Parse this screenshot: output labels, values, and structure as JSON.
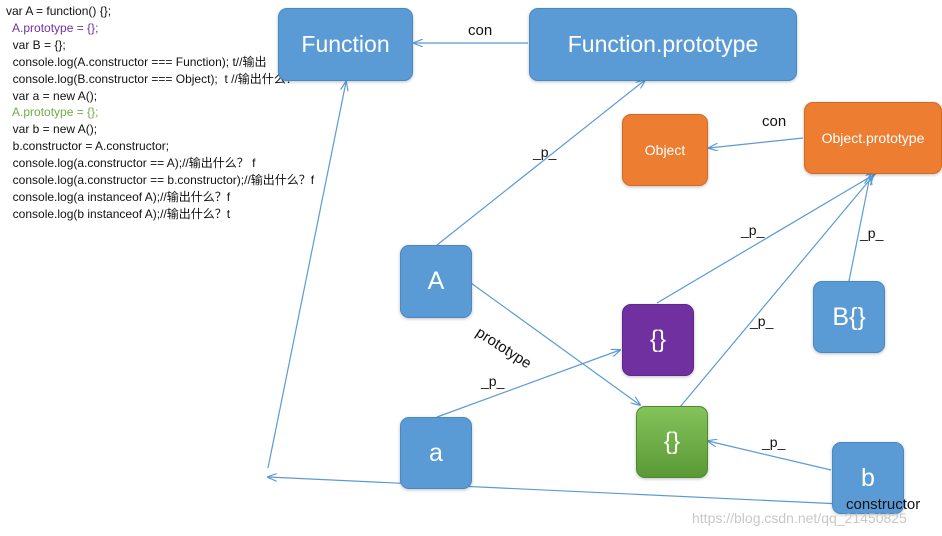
{
  "code_lines": [
    {
      "text": "var A = function() {};",
      "color": "#111111"
    },
    {
      "text": "  A.prototype = {};",
      "color": "#7030a0"
    },
    {
      "text": "  var B = {};",
      "color": "#111111"
    },
    {
      "text": "  console.log(A.constructor === Function); t//输出",
      "color": "#111111"
    },
    {
      "text": "  console.log(B.constructor === Object);  t //输出什么？",
      "color": "#111111"
    },
    {
      "text": "  var a = new A();",
      "color": "#111111"
    },
    {
      "text": "  A.prototype = {};",
      "color": "#70ad47"
    },
    {
      "text": "  var b = new A();",
      "color": "#111111"
    },
    {
      "text": "  b.constructor = A.constructor;",
      "color": "#111111"
    },
    {
      "text": "  console.log(a.constructor == A);//输出什么？ f",
      "color": "#111111"
    },
    {
      "text": "  console.log(a.constructor == b.constructor);//输出什么？f",
      "color": "#111111"
    },
    {
      "text": "  console.log(a instanceof A);//输出什么？f",
      "color": "#111111"
    },
    {
      "text": "  console.log(b instanceof A);//输出什么？t",
      "color": "#111111"
    }
  ],
  "nodes": {
    "function": "Function",
    "function_prototype": "Function.prototype",
    "object": "Object",
    "object_prototype": "Object.prototype",
    "A": "A",
    "B": "B{}",
    "proto_old": "{}",
    "proto_new": "{}",
    "a": "a",
    "b": "b"
  },
  "edge_labels": {
    "con_function": "con",
    "con_object": "con",
    "p_A": "_p_",
    "p_old": "_p_",
    "p_new": "_p_",
    "p_B": "_p_",
    "p_a": "_p_",
    "p_b": "_p_",
    "prototype": "prototype",
    "constructor": "constructor"
  },
  "watermark": "https://blog.csdn.net/qq_21450825",
  "colors": {
    "blue_node": "#5b9bd5",
    "orange_node": "#ed7d31",
    "purple_node": "#7030a0",
    "green_node": "#70ad47",
    "arrow": "#5b9bd5"
  }
}
